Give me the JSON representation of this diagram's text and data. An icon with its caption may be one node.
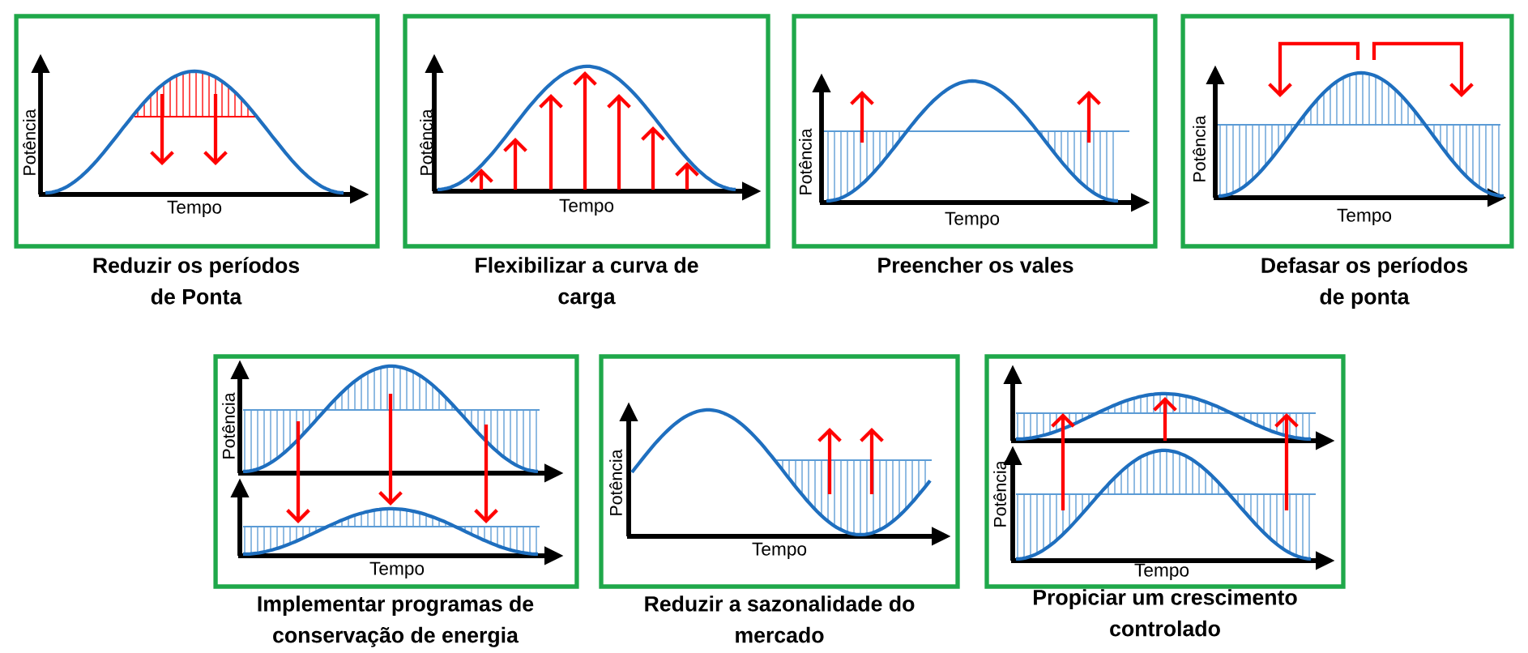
{
  "diagram": {
    "nodes": [
      {
        "text": [
          "Potência",
          "Tempo"
        ],
        "beside": [
          "Reduzir os períodos de Ponta"
        ]
      },
      {
        "text": [
          "Potência",
          "Tempo"
        ],
        "beside": [
          "Flexibilizar a curva de carga"
        ]
      },
      {
        "text": [
          "Potência",
          "Tempo"
        ],
        "beside": [
          "Preencher os vales"
        ]
      },
      {
        "text": [
          "Potência",
          "Tempo"
        ],
        "beside": [
          "Defasar os períodos de ponta"
        ]
      },
      {
        "text": [
          "Potência",
          "Tempo"
        ],
        "beside": [
          "Implementar programas de conservação de energia"
        ]
      },
      {
        "text": [
          "Potência",
          "Tempo"
        ],
        "beside": [
          "Reduzir a sazonalidade do mercado"
        ]
      },
      {
        "text": [
          "Potência",
          "Tempo"
        ],
        "beside": [
          "Propiciar um crescimento controlado"
        ]
      }
    ]
  }
}
